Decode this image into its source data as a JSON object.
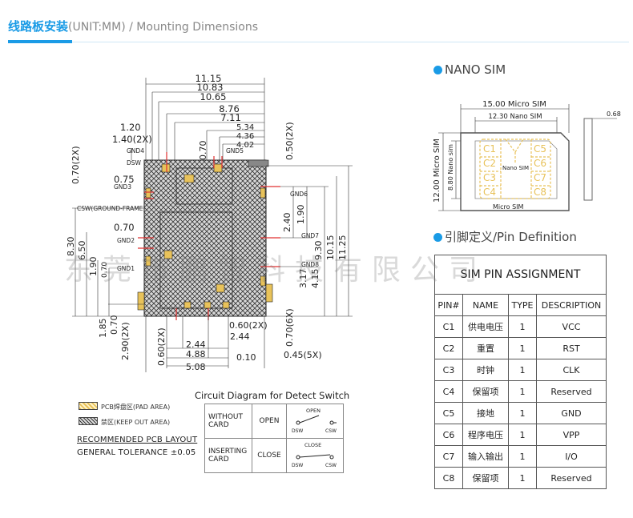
{
  "header": {
    "title_cn": "线路板安装",
    "title_rest": "(UNIT:MM) / Mounting Dimensions"
  },
  "layout_drawing": {
    "dims_top": [
      "11.15",
      "10.83",
      "10.65",
      "8.76",
      "7.11",
      "5.34",
      "4.36",
      "4.02"
    ],
    "dim_1_20": "1.20",
    "dim_1_40": "1.40(2X)",
    "dim_0_70_vert": "0.70",
    "dim_0_50_2x": "0.50(2X)",
    "dim_0_70_2x": "0.70(2X)",
    "dim_0_75": "0.75",
    "dim_0_70_csw": "0.70",
    "dims_right": [
      "2.40",
      "1.90",
      "9.30",
      "10.15",
      "11.25"
    ],
    "dims_right_lower": [
      "3.17",
      "4.15"
    ],
    "dims_left": [
      "8.30",
      "6.50",
      "1.90",
      "0.70"
    ],
    "dims_left_bottom": [
      "1.85",
      "0.70",
      "2.90(2X)"
    ],
    "dims_bottom": [
      "0.60(2X)",
      "2.44",
      "2.44",
      "4.88",
      "5.08",
      "0.60(2X)",
      "0.10",
      "0.70(6X)",
      "0.45(5X)"
    ],
    "labels": {
      "gnd4": "GND4",
      "dsw": "DSW",
      "gnd5": "GND5",
      "gnd3": "GND3",
      "gnd6": "GND6",
      "csw": "CSW(GROUND-FRAME)",
      "gnd2": "GND2",
      "gnd7": "GND7",
      "gnd1": "GND1",
      "gnd8": "GND8"
    }
  },
  "legend": {
    "pad_area": "PCB焊盘区(PAD AREA)",
    "keep_out": "禁区(KEEP OUT AREA)",
    "recommended": "RECOMMENDED PCB LAYOUT",
    "tolerance": "GENERAL TOLERANCE ±0.05"
  },
  "detect_switch": {
    "title": "Circuit Diagram for Detect Switch",
    "rows": [
      {
        "state": "WITHOUT CARD",
        "action": "OPEN",
        "switch_label": "OPEN"
      },
      {
        "state": "INSERTING CARD",
        "action": "CLOSE",
        "switch_label": "CLOSE"
      }
    ],
    "terminal_left": "DSW",
    "terminal_right": "CSW"
  },
  "nano_sim": {
    "section_title": "NANO SIM",
    "micro_width": "15.00 Micro SIM",
    "nano_width": "12.30 Nano SIM",
    "thickness": "0.68",
    "micro_height": "12.00 Micro SIM",
    "nano_height": "8.80 Nano sim",
    "nano_label": "Nano SIM",
    "micro_label": "Micro SIM",
    "contacts_left": [
      "C1",
      "C2",
      "C3",
      "C4"
    ],
    "contacts_right": [
      "C5",
      "C6",
      "C7",
      "C8"
    ]
  },
  "pin_definition": {
    "section_title": "引脚定义/Pin Definition",
    "table_title": "SIM PIN ASSIGNMENT",
    "columns": [
      "PIN#",
      "NAME",
      "TYPE",
      "DESCRIPTION"
    ],
    "rows": [
      [
        "C1",
        "供电电压",
        "1",
        "VCC"
      ],
      [
        "C2",
        "重置",
        "1",
        "RST"
      ],
      [
        "C3",
        "时钟",
        "1",
        "CLK"
      ],
      [
        "C4",
        "保留项",
        "1",
        "Reserved"
      ],
      [
        "C5",
        "接地",
        "1",
        "GND"
      ],
      [
        "C6",
        "程序电压",
        "1",
        "VPP"
      ],
      [
        "C7",
        "输入输出",
        "1",
        "I/O"
      ],
      [
        "C8",
        "保留项",
        "1",
        "Reserved"
      ]
    ]
  },
  "watermark": "东莞市鹏智科技有限公司",
  "colors": {
    "accent": "#1a9be6",
    "pad": "#e8c25a",
    "keepout": "#444444",
    "red": "#e03030"
  }
}
